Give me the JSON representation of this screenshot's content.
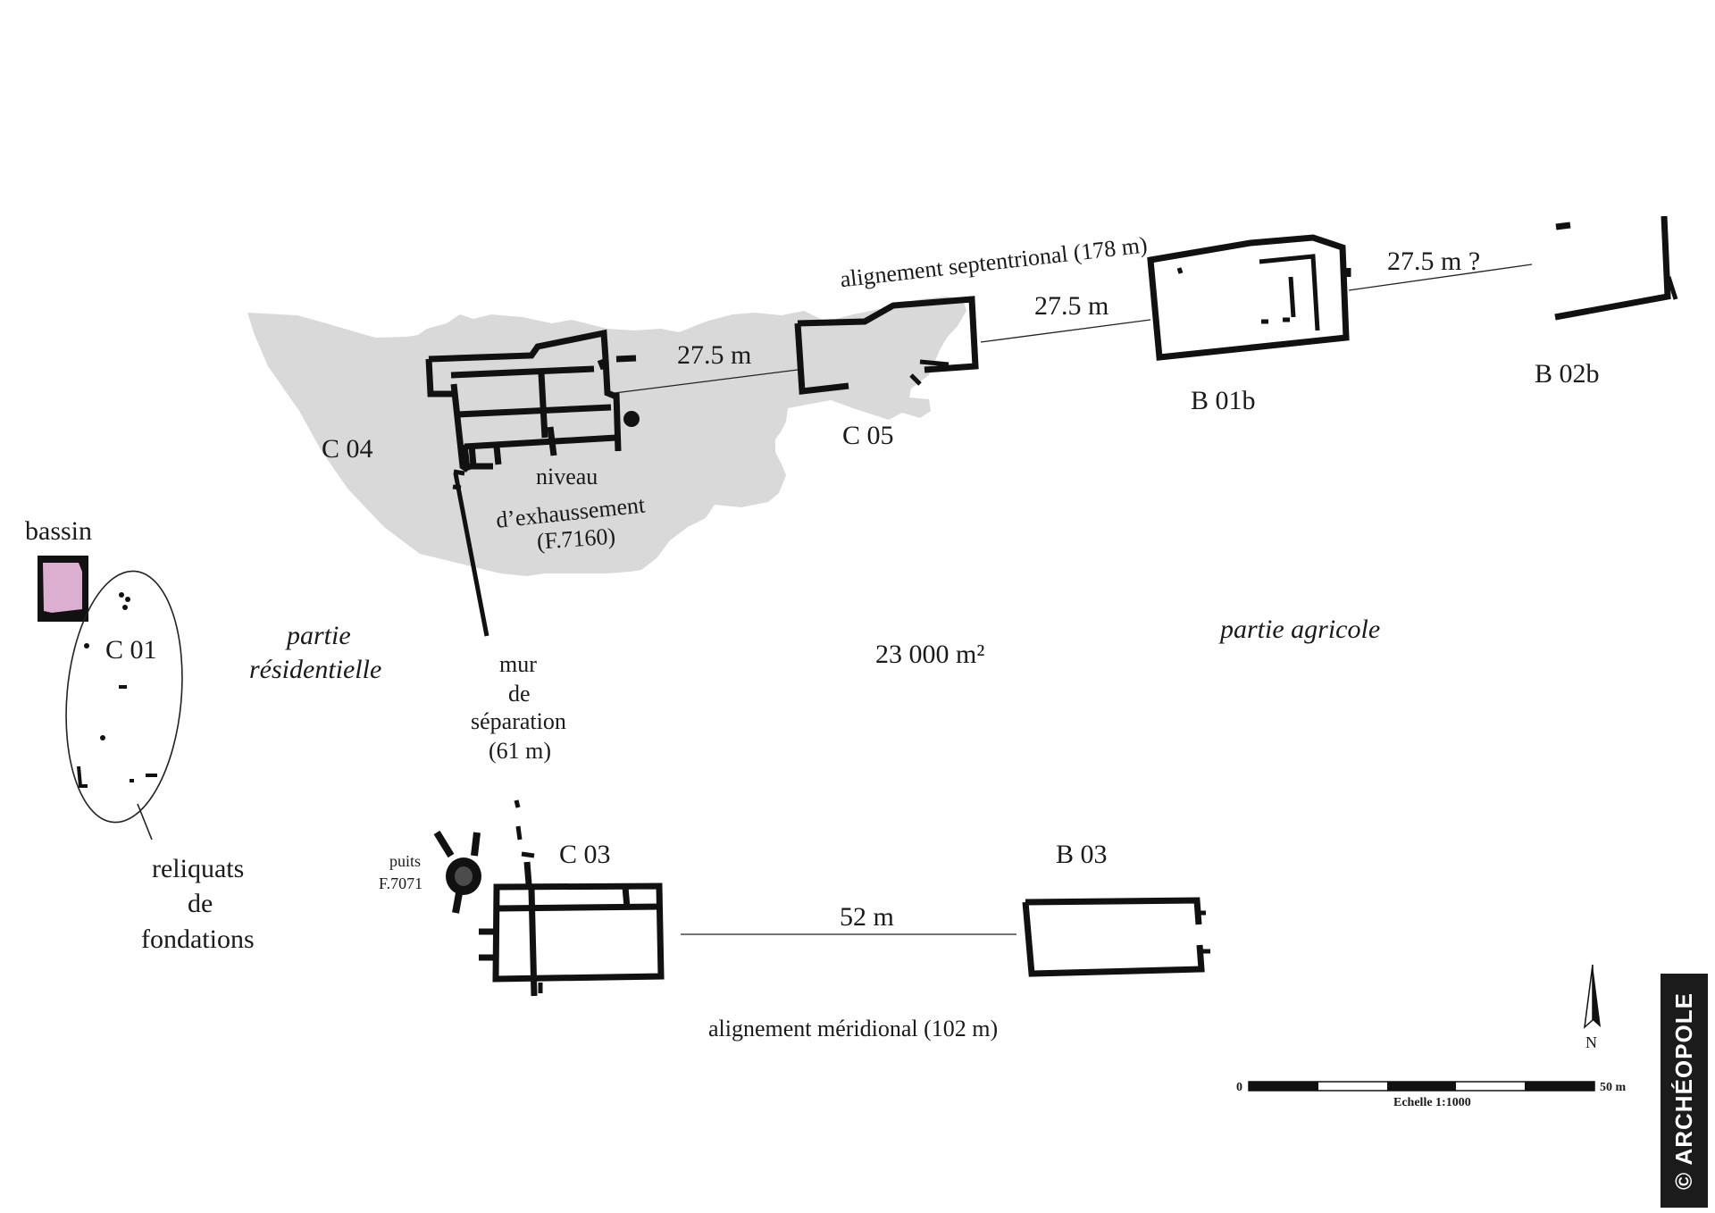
{
  "labels": {
    "bassin": "bassin",
    "c01": "C 01",
    "c03": "C 03",
    "c04": "C 04",
    "c05": "C 05",
    "b01b": "B 01b",
    "b02b": "B 02b",
    "b03": "B 03",
    "niveau_line1": "niveau",
    "niveau_line2": "d’exhaussement",
    "niveau_line3": "(F.7160)",
    "partie_res_line1": "partie",
    "partie_res_line2": "résidentielle",
    "partie_agricole": "partie agricole",
    "area": "23 000 m²",
    "mur_line1": "mur",
    "mur_line2": "de",
    "mur_line3": "séparation",
    "mur_line4": "(61 m)",
    "reliquats_line1": "reliquats",
    "reliquats_line2": "de",
    "reliquats_line3": "fondations",
    "puits_line1": "puits",
    "puits_line2": "F.7071",
    "align_sept": "alignement septentrional (178 m)",
    "align_merid": "alignement méridional (102 m)",
    "dist_c04_c05": "27.5 m",
    "dist_c05_b01b": "27.5 m",
    "dist_b01b_b02b": "27.5 m ?",
    "dist_c03_b03": "52 m"
  },
  "north": {
    "label": "N"
  },
  "scale": {
    "start": "0",
    "end": "50 m",
    "caption": "Echelle 1:1000"
  },
  "copyright": "© ARCHÉOPOLE",
  "colors": {
    "elevation_zone": "#d9d9d9",
    "bassin_fill": "#dcaed0",
    "walls": "#111111"
  }
}
